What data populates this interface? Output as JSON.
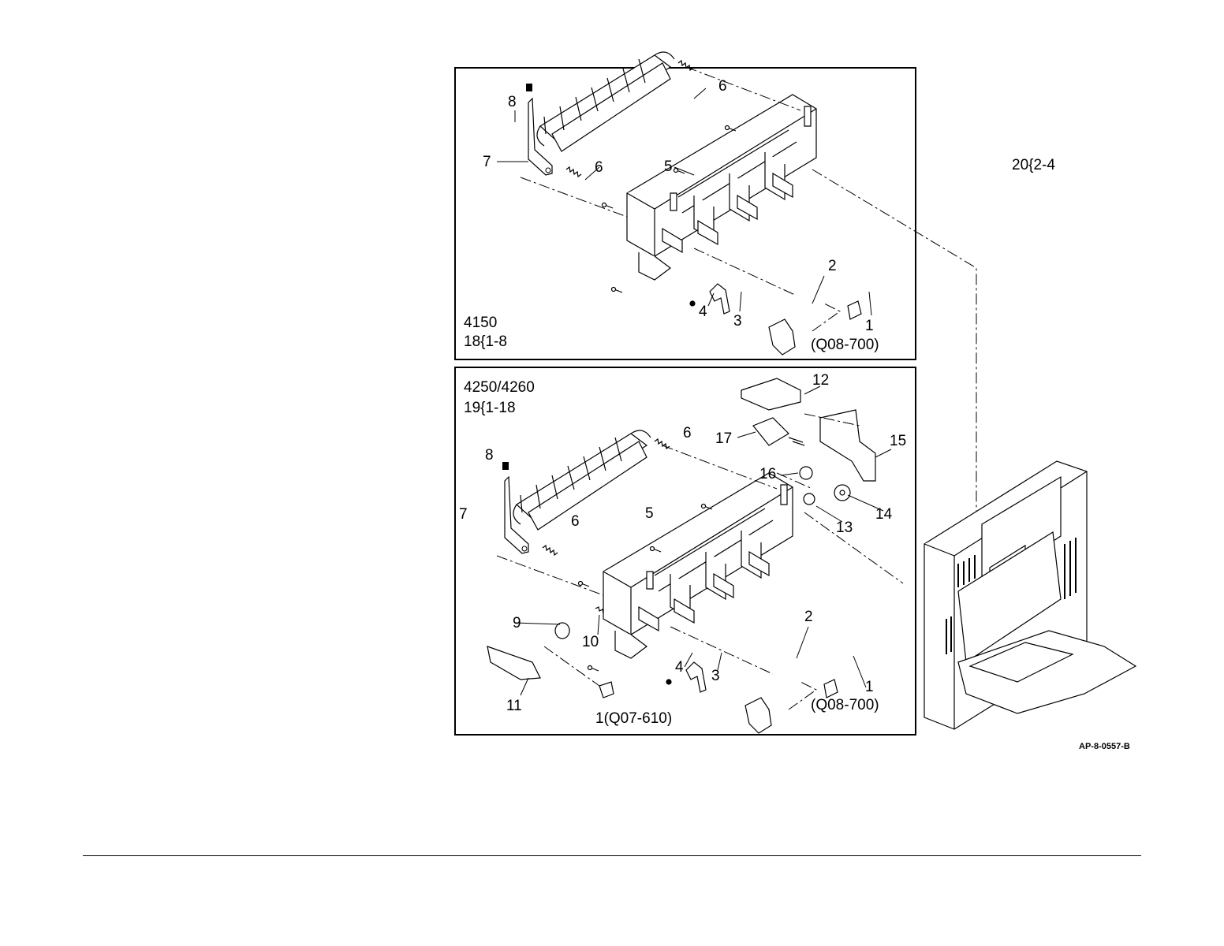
{
  "page": {
    "ref_right": "20{2-4",
    "figure_code": "AP-8-0557-B"
  },
  "top_panel": {
    "model": "4150",
    "ref": "18{1-8",
    "callouts": {
      "c1": "1",
      "c2": "2",
      "c3": "3",
      "c4": "4",
      "c5": "5",
      "c6a": "6",
      "c6b": "6",
      "c7": "7",
      "c8": "8"
    },
    "note_q": "(Q08-700)"
  },
  "bottom_panel": {
    "model": "4250/4260",
    "ref": "19{1-18",
    "callouts": {
      "c1": "1",
      "c2": "2",
      "c3": "3",
      "c4": "4",
      "c5": "5",
      "c6a": "6",
      "c6b": "6",
      "c7": "7",
      "c8": "8",
      "c9": "9",
      "c10": "10",
      "c11": "11",
      "c12": "12",
      "c13": "13",
      "c14": "14",
      "c15": "15",
      "c16": "16",
      "c17": "17"
    },
    "note_q1": "(Q08-700)",
    "note_q2": "1(Q07-610)"
  }
}
